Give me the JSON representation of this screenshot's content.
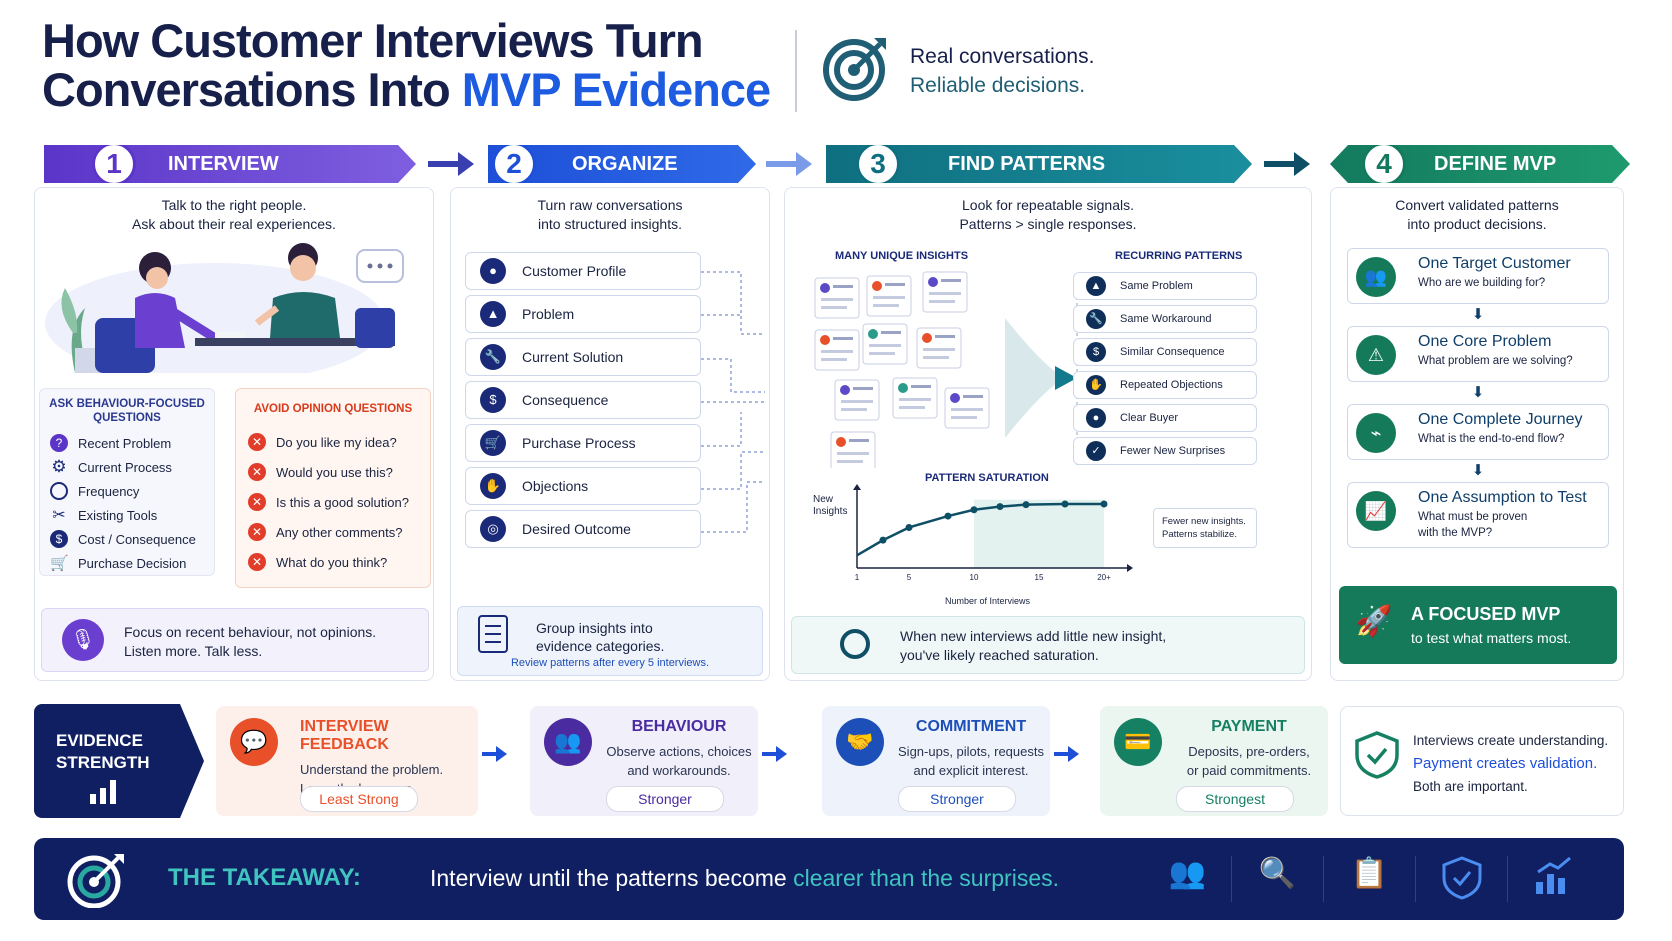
{
  "header": {
    "title_line1": "How Customer Interviews Turn",
    "title_line2_a": "Conversations Into ",
    "title_line2_b": "MVP Evidence",
    "tagline_1": "Real conversations.",
    "tagline_2": "Reliable decisions.",
    "icon": "target-icon"
  },
  "steps": [
    {
      "num": "1",
      "label": "INTERVIEW",
      "color": "#6a3fd0",
      "sub1": "Talk to the right people.",
      "sub2": "Ask about their real experiences."
    },
    {
      "num": "2",
      "label": "ORGANIZE",
      "color": "#1d4fd8",
      "sub1": "Turn raw conversations",
      "sub2": "into structured insights."
    },
    {
      "num": "3",
      "label": "FIND PATTERNS",
      "color": "#127a8c",
      "sub1": "Look for repeatable signals.",
      "sub2": "Patterns > single responses."
    },
    {
      "num": "4",
      "label": "DEFINE MVP",
      "color": "#168063",
      "sub1": "Convert validated patterns",
      "sub2": "into product decisions."
    }
  ],
  "interview": {
    "ask_title": "ASK BEHAVIOUR-FOCUSED QUESTIONS",
    "ask": [
      "Recent Problem",
      "Current Process",
      "Frequency",
      "Existing Tools",
      "Cost / Consequence",
      "Purchase Decision"
    ],
    "avoid_title": "AVOID OPINION QUESTIONS",
    "avoid": [
      "Do you like my idea?",
      "Would you use this?",
      "Is this a good solution?",
      "Any other comments?",
      "What do you think?"
    ],
    "tip_1": "Focus on recent behaviour, not opinions.",
    "tip_2": "Listen more. Talk less."
  },
  "organize": {
    "categories": [
      "Customer Profile",
      "Problem",
      "Current Solution",
      "Consequence",
      "Purchase Process",
      "Objections",
      "Desired Outcome"
    ],
    "tip_1": "Group insights into",
    "tip_2": "evidence categories.",
    "tip_3": "Review patterns after every 5 interviews."
  },
  "patterns": {
    "left_title": "MANY UNIQUE INSIGHTS",
    "right_title": "RECURRING PATTERNS",
    "recurring": [
      "Same Problem",
      "Same Workaround",
      "Similar Consequence",
      "Repeated Objections",
      "Clear Buyer",
      "Fewer New Surprises"
    ],
    "sat_title": "PATTERN SATURATION",
    "ylabel_1": "New",
    "ylabel_2": "Insights",
    "xlabel": "Number of Interviews",
    "xticks": [
      "1",
      "5",
      "10",
      "15",
      "20+"
    ],
    "note_1": "Fewer new insights.",
    "note_2": "Patterns stabilize.",
    "tip_1": "When new interviews add little new insight,",
    "tip_2": "you've likely reached saturation."
  },
  "chart_data": {
    "type": "line",
    "xlabel": "Number of Interviews",
    "ylabel": "New Insights",
    "x": [
      1,
      3,
      5,
      8,
      10,
      12,
      14,
      17,
      20
    ],
    "series": [
      {
        "values": [
          1,
          2.2,
          3.2,
          4.1,
          4.6,
          4.85,
          5.0,
          5.05,
          5.05
        ]
      }
    ]
  },
  "mvp": {
    "items": [
      {
        "title": "One Target Customer",
        "desc": "Who are we building for?"
      },
      {
        "title": "One Core Problem",
        "desc": "What problem are we solving?"
      },
      {
        "title": "One Complete Journey",
        "desc": "What is the end-to-end flow?"
      },
      {
        "title": "One Assumption to Test",
        "desc": "What must be proven",
        "desc2": "with the MVP?"
      }
    ],
    "final_title": "A FOCUSED MVP",
    "final_desc": "to test what matters most."
  },
  "evidence": {
    "label_1": "EVIDENCE",
    "label_2": "STRENGTH",
    "items": [
      {
        "title": "INTERVIEW FEEDBACK",
        "d1": "Understand the problem.",
        "d2": "Learn the language.",
        "badge": "Least Strong",
        "color": "#e8502a",
        "bg": "#fdf0ea"
      },
      {
        "title": "BEHAVIOUR",
        "d1": "Observe actions, choices",
        "d2": "and workarounds.",
        "badge": "Stronger",
        "color": "#4a2ba0",
        "bg": "#f1effa"
      },
      {
        "title": "COMMITMENT",
        "d1": "Sign-ups, pilots, requests",
        "d2": "and explicit interest.",
        "badge": "Stronger",
        "color": "#1d4fb8",
        "bg": "#eef3fb"
      },
      {
        "title": "PAYMENT",
        "d1": "Deposits, pre-orders,",
        "d2": "or paid commitments.",
        "badge": "Strongest",
        "color": "#168063",
        "bg": "#ebf6f1"
      }
    ],
    "note_1": "Interviews create understanding.",
    "note_2": "Payment creates validation.",
    "note_3": "Both are important."
  },
  "takeaway": {
    "label": "THE TAKEAWAY:",
    "text_a": "Interview until the patterns become ",
    "text_b": "clearer than the surprises."
  }
}
